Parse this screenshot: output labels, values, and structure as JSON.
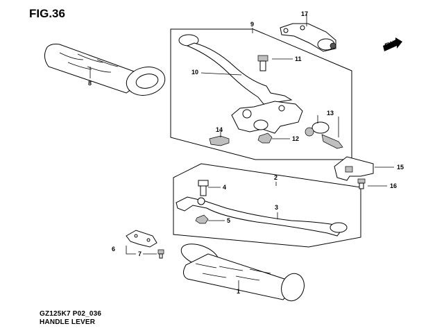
{
  "figure": {
    "title": "FIG.36"
  },
  "caption": {
    "code": "GZ125K7 P02_036",
    "name": "HANDLE LEVER"
  },
  "fwd_label": "FWD",
  "callouts": [
    {
      "label": "1"
    },
    {
      "label": "2"
    },
    {
      "label": "3"
    },
    {
      "label": "4"
    },
    {
      "label": "5"
    },
    {
      "label": "6"
    },
    {
      "label": "7"
    },
    {
      "label": "8"
    },
    {
      "label": "9"
    },
    {
      "label": "10"
    },
    {
      "label": "11"
    },
    {
      "label": "12"
    },
    {
      "label": "13"
    },
    {
      "label": "14"
    },
    {
      "label": "15"
    },
    {
      "label": "16"
    },
    {
      "label": "17"
    }
  ]
}
